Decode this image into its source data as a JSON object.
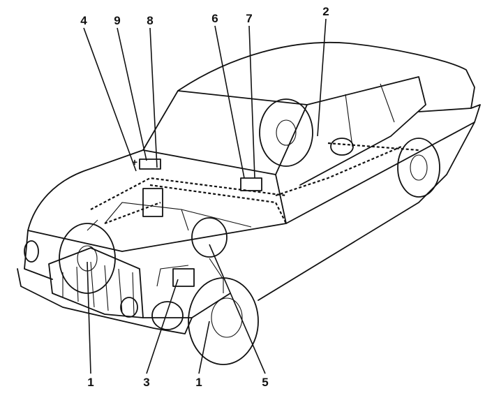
{
  "diagram": {
    "callouts": [
      {
        "id": "callout-4",
        "text": "4"
      },
      {
        "id": "callout-9",
        "text": "9"
      },
      {
        "id": "callout-8",
        "text": "8"
      },
      {
        "id": "callout-6",
        "text": "6"
      },
      {
        "id": "callout-7",
        "text": "7"
      },
      {
        "id": "callout-2",
        "text": "2"
      },
      {
        "id": "callout-1-front-left",
        "text": "1"
      },
      {
        "id": "callout-3",
        "text": "3"
      },
      {
        "id": "callout-1-front-right",
        "text": "1"
      },
      {
        "id": "callout-5",
        "text": "5"
      }
    ],
    "battery_symbol": "+"
  }
}
